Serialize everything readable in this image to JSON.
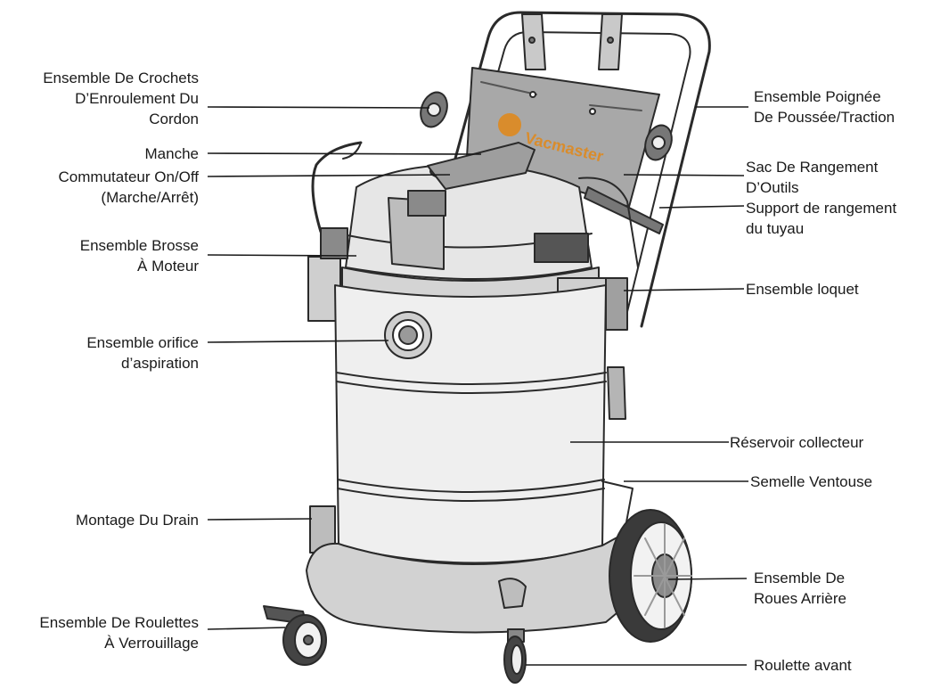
{
  "labels": {
    "cord_hooks": [
      "Ensemble De Crochets",
      "D’Enroulement Du",
      "Cordon"
    ],
    "handle": [
      "Manche"
    ],
    "switch": [
      "Commutateur On/Off",
      "(Marche/Arrêt)"
    ],
    "power_brush": [
      "Ensemble Brosse",
      "À Moteur"
    ],
    "inlet": [
      "Ensemble orifice",
      "d’aspiration"
    ],
    "drain": [
      "Montage Du Drain"
    ],
    "locking_casters": [
      "Ensemble De Roulettes",
      "À Verrouillage"
    ],
    "push_pull_handle": [
      "Ensemble Poignée",
      "De Poussée/Traction"
    ],
    "tool_bag": [
      "Sac De Rangement",
      "D’Outils"
    ],
    "hose_holder": [
      "Support de rangement",
      "du tuyau"
    ],
    "latch": [
      "Ensemble loquet"
    ],
    "tank": [
      "Réservoir collecteur"
    ],
    "base": [
      "Semelle Ventouse"
    ],
    "rear_wheels": [
      "Ensemble De",
      "Roues Arrière"
    ],
    "front_caster": [
      "Roulette avant"
    ]
  },
  "brand_logo_text": "Vacmaster"
}
